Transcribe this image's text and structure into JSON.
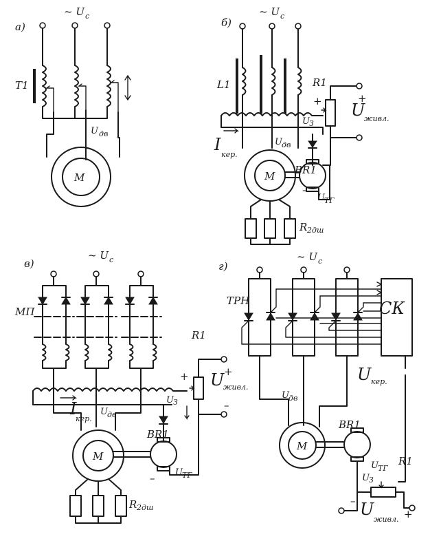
{
  "panels": {
    "a": {
      "tag": "а)",
      "supply": "~ U",
      "supply_sub": "c",
      "transformer": "T1",
      "voltage": "U",
      "voltage_sub": "дв",
      "motor": "M"
    },
    "b": {
      "tag": "б)",
      "supply": "~ U",
      "supply_sub": "c",
      "choke": "L1",
      "resistor": "R1",
      "u_supply": "U",
      "u_supply_sub": "живл.",
      "plus": "+",
      "u3": "U",
      "u3_sub": "З",
      "current": "I",
      "current_sub": "кер.",
      "voltage": "U",
      "voltage_sub": "дв",
      "tacho": "BR1",
      "motor": "M",
      "u_tacho": "U",
      "u_tacho_sub": "ТГ",
      "rotor_res": "R",
      "rotor_res_sub": "2дш",
      "minus": "–"
    },
    "c": {
      "tag": "в)",
      "supply": "~ U",
      "supply_sub": "c",
      "amplifier": "МП",
      "resistor": "R1",
      "u_supply": "U",
      "u_supply_sub": "живл.",
      "plus": "+",
      "u3": "U",
      "u3_sub": "З",
      "current": "I",
      "current_sub": "кер.",
      "voltage": "U",
      "voltage_sub": "дв",
      "tacho": "BR1",
      "motor": "M",
      "u_tacho": "U",
      "u_tacho_sub": "ТГ",
      "rotor_res": "R",
      "rotor_res_sub": "2дш",
      "minus": "–"
    },
    "d": {
      "tag": "г)",
      "supply": "~ U",
      "supply_sub": "c",
      "regulator": "ТРН",
      "control": "СК",
      "control_voltage": "U",
      "control_voltage_sub": "кер.",
      "voltage": "U",
      "voltage_sub": "дв",
      "tacho": "BR1",
      "motor": "M",
      "u_tacho": "U",
      "u_tacho_sub": "ТГ",
      "resistor": "R1",
      "u3": "U",
      "u3_sub": "З",
      "u_supply": "U",
      "u_supply_sub": "живл.",
      "plus": "+",
      "minus": "–"
    }
  }
}
